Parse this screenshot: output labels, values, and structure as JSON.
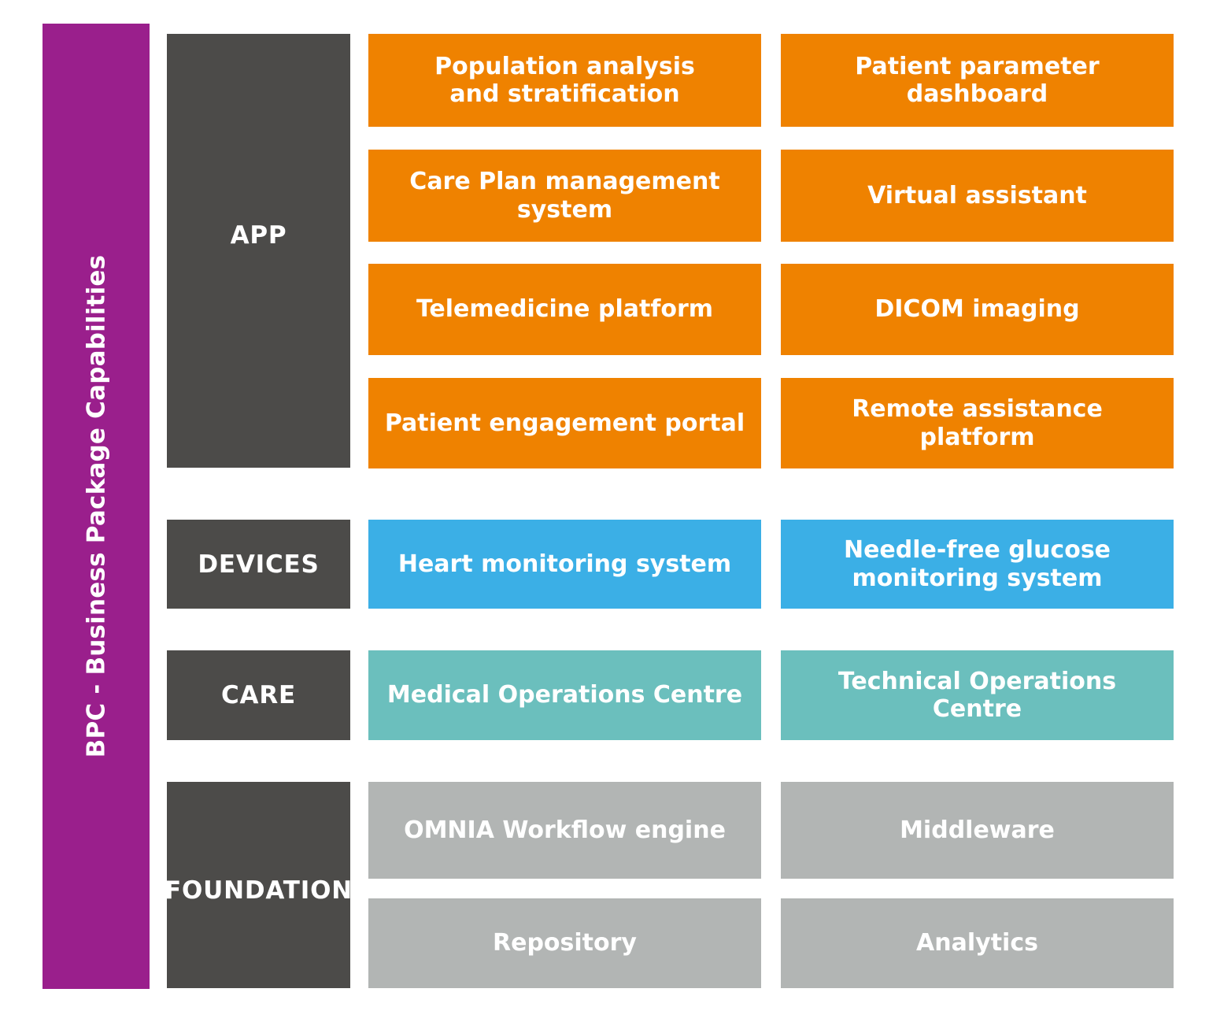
{
  "colors": {
    "purple": "#9A1F8C",
    "dark_gray": "#4C4B49",
    "orange": "#EF8200",
    "blue": "#3BAFE6",
    "teal": "#6BBFBD",
    "gray": "#B2B5B4",
    "background": "#FFFFFF",
    "text": "#FFFFFF"
  },
  "title_bar": {
    "label": "BPC - Business Package Capabilities"
  },
  "sections": [
    {
      "key": "app",
      "label": "APP",
      "color": "#EF8200",
      "rows": [
        {
          "left": "Population analysis and stratification",
          "right": "Patient parameter dashboard"
        },
        {
          "left": "Care Plan management system",
          "right": "Virtual assistant"
        },
        {
          "left": "Telemedicine platform",
          "right": "DICOM imaging"
        },
        {
          "left": "Patient engagement portal",
          "right": "Remote assistance platform"
        }
      ]
    },
    {
      "key": "devices",
      "label": "DEVICES",
      "color": "#3BAFE6",
      "rows": [
        {
          "left": "Heart monitoring system",
          "right": "Needle-free glucose monitoring system"
        }
      ]
    },
    {
      "key": "care",
      "label": "CARE",
      "color": "#6BBFBD",
      "rows": [
        {
          "left": "Medical Operations Centre",
          "right": "Technical Operations Centre"
        }
      ]
    },
    {
      "key": "foundation",
      "label": "FOUNDATION",
      "color": "#B2B5B4",
      "rows": [
        {
          "left": "OMNIA Workflow engine",
          "right": "Middleware"
        },
        {
          "left": "Repository",
          "right": "Analytics"
        }
      ]
    }
  ],
  "tiles": {
    "app_r1_left": "Population analysis\nand stratification",
    "app_r1_right": "Patient parameter\ndashboard",
    "app_r2_left": "Care Plan management\nsystem",
    "app_r2_right": "Virtual assistant",
    "app_r3_left": "Telemedicine platform",
    "app_r3_right": "DICOM imaging",
    "app_r4_left": "Patient engagement portal",
    "app_r4_right": "Remote assistance platform",
    "dev_r1_left": "Heart monitoring system",
    "dev_r1_right": "Needle-free glucose\nmonitoring system",
    "care_r1_left": "Medical Operations Centre",
    "care_r1_right": "Technical Operations Centre",
    "fnd_r1_left": "OMNIA Workflow engine",
    "fnd_r1_right": "Middleware",
    "fnd_r2_left": "Repository",
    "fnd_r2_right": "Analytics"
  }
}
